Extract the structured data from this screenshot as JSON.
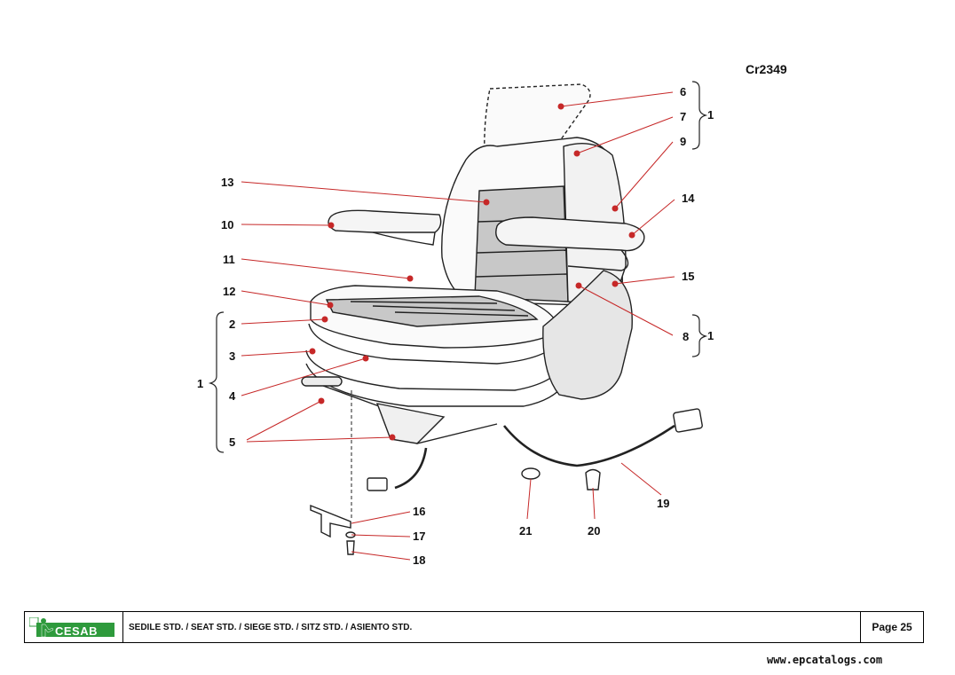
{
  "drawing_code": "Cr2349",
  "callouts": [
    {
      "label": "1"
    },
    {
      "label": "2"
    },
    {
      "label": "3"
    },
    {
      "label": "4"
    },
    {
      "label": "5"
    },
    {
      "label": "6"
    },
    {
      "label": "7"
    },
    {
      "label": "8"
    },
    {
      "label": "9"
    },
    {
      "label": "10"
    },
    {
      "label": "11"
    },
    {
      "label": "12"
    },
    {
      "label": "13"
    },
    {
      "label": "14"
    },
    {
      "label": "15"
    },
    {
      "label": "16"
    },
    {
      "label": "17"
    },
    {
      "label": "18"
    },
    {
      "label": "19"
    },
    {
      "label": "20"
    },
    {
      "label": "21"
    }
  ],
  "footer": {
    "logo_text": "CESAB",
    "title": "SEDILE STD. / SEAT STD. / SIEGE STD. / SITZ STD. / ASIENTO STD.",
    "page": "Page 25"
  },
  "watermark": "www.epcatalogs.com",
  "colors": {
    "accent": "#c62828",
    "logo_green": "#2e9a3c",
    "part_gray": "#c8c8c8"
  }
}
